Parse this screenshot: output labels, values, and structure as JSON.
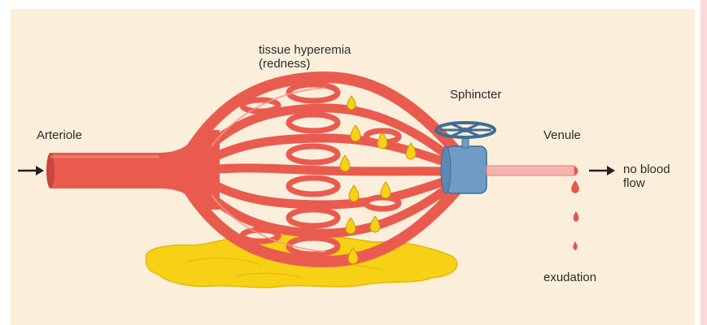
{
  "labels": {
    "hyperemia_line1": "tissue hyperemia",
    "hyperemia_line2": "(redness)",
    "sphincter": "Sphincter",
    "arteriole": "Arteriole",
    "venule": "Venule",
    "no_blood_line1": "no blood",
    "no_blood_line2": "flow",
    "exudation": "exudation"
  },
  "colors": {
    "background": "#fbefdc",
    "vessel": "#ea5b4f",
    "vessel_light": "#f38a7c",
    "fluid": "#f7d116",
    "sphincter": "#6e9cc4",
    "venule": "#f5b3ae",
    "drop": "#e2574a"
  },
  "icons": {
    "sphincter_valve": "valve-wheel-icon",
    "inflow_arrow": "arrow-right-icon",
    "outflow_arrow": "arrow-right-icon"
  }
}
